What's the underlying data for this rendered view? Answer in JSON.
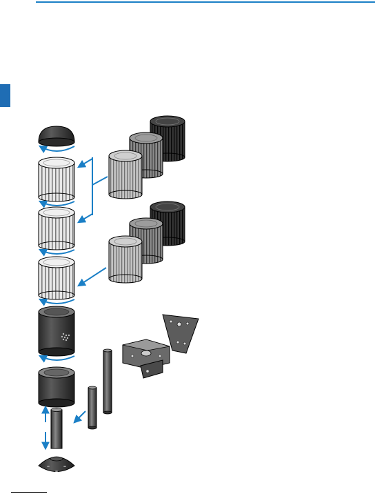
{
  "colors": {
    "accent": "#1a7fc6",
    "tab": "#1f6db4",
    "dark_part": "#3c3c3c",
    "mid_part": "#6b6b6b",
    "light_part": "#b8b8b8",
    "line": "#000000"
  },
  "diagram": {
    "components": [
      "dome-cap",
      "ribbed-light-module",
      "ribbed-light-module",
      "ribbed-light-module",
      "buzzer-module",
      "base-module",
      "short-pole",
      "foot-base",
      "medium-pole",
      "long-pole",
      "angle-mounting-bracket",
      "flat-mounting-plate",
      "color-variant-set-upper",
      "color-variant-set-lower"
    ]
  }
}
